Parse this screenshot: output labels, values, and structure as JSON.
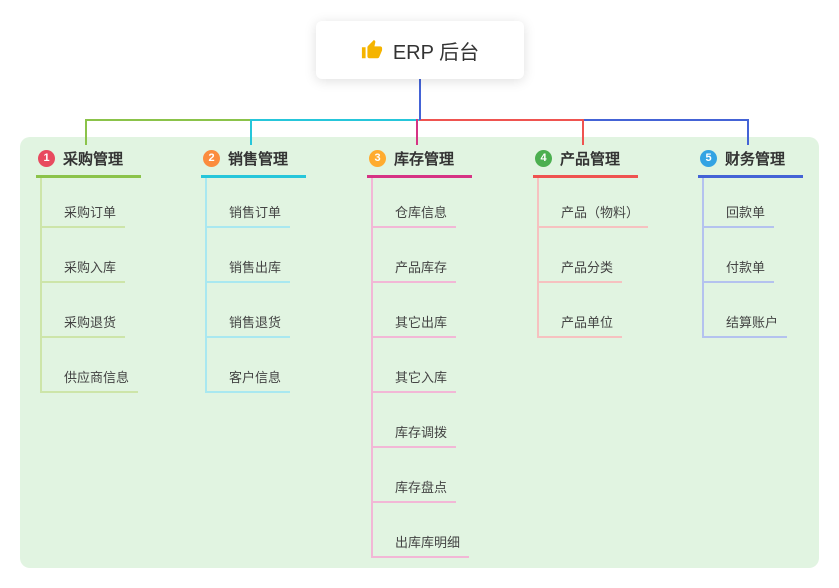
{
  "root": {
    "icon": "thumbs-up-icon",
    "label": "ERP 后台"
  },
  "branches": [
    {
      "badge": "1",
      "label": "采购管理",
      "line_color": "#8bc34a",
      "child_line_color": "#cde5a9",
      "badge_color": "#e84a5f",
      "children": [
        "采购订单",
        "采购入库",
        "采购退货",
        "供应商信息"
      ]
    },
    {
      "badge": "2",
      "label": "销售管理",
      "line_color": "#26c6da",
      "child_line_color": "#a9e8f0",
      "badge_color": "#fb8c3e",
      "children": [
        "销售订单",
        "销售出库",
        "销售退货",
        "客户信息"
      ]
    },
    {
      "badge": "3",
      "label": "库存管理",
      "line_color": "#d63384",
      "child_line_color": "#f2b7d6",
      "badge_color": "#ffab2e",
      "children": [
        "仓库信息",
        "产品库存",
        "其它出库",
        "其它入库",
        "库存调拨",
        "库存盘点",
        "出库库明细"
      ]
    },
    {
      "badge": "4",
      "label": "产品管理",
      "line_color": "#ef5350",
      "child_line_color": "#f6c1c0",
      "badge_color": "#4caf50",
      "children": [
        "产品（物料）",
        "产品分类",
        "产品单位"
      ]
    },
    {
      "badge": "5",
      "label": "财务管理",
      "line_color": "#4463d6",
      "child_line_color": "#b4c2ef",
      "badge_color": "#33a3e3",
      "children": [
        "回款单",
        "付款单",
        "结算账户"
      ]
    }
  ],
  "colors": {
    "root_connector": "#4463d6",
    "canvas_background": "#e1f4e1"
  }
}
